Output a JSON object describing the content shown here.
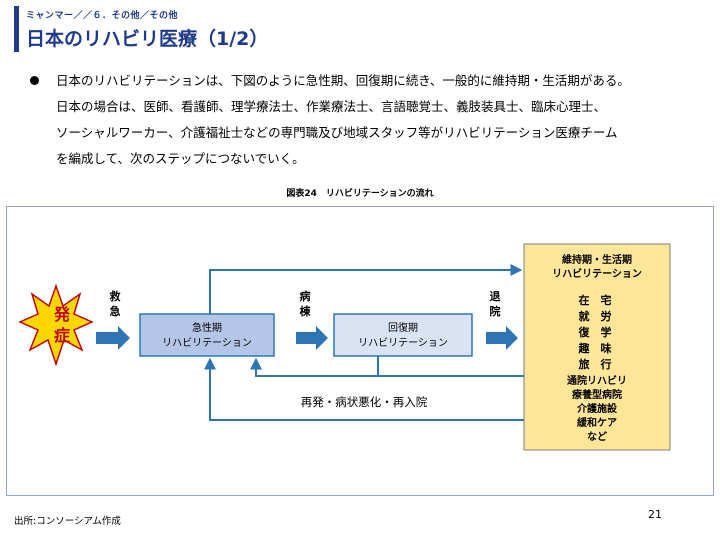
{
  "header": {
    "breadcrumb": "ミャンマー／／６．その他／その他",
    "title": "日本のリハビリ医療（1/2）"
  },
  "body": {
    "lines": [
      "日本のリハビリテーションは、下図のように急性期、回復期に続き、一般的に維持期・生活期がある。",
      "日本の場合は、医師、看護師、理学療法士、作業療法士、言語聴覚士、義肢装具士、臨床心理士、",
      "ソーシャルワーカー、介護福祉士などの専門職及び地域スタッフ等がリハビリテーション医療チーム",
      "を編成して、次のステップにつないでいく。"
    ]
  },
  "figure": {
    "caption": "図表24　リハビリテーションの流れ",
    "onset": [
      "発",
      "症"
    ],
    "emergency": [
      "救",
      "急"
    ],
    "ward": [
      "病",
      "棟"
    ],
    "discharge": [
      "退",
      "院"
    ],
    "acute": [
      "急性期",
      "リハビリテーション"
    ],
    "recovery": [
      "回復期",
      "リハビリテーション"
    ],
    "maintenance_title": [
      "維持期・生活期",
      "リハビリテーション"
    ],
    "places_row1": [
      "在",
      "宅"
    ],
    "places_row2": [
      "就",
      "労"
    ],
    "places_row3": [
      "復",
      "学"
    ],
    "places_row4": [
      "趣",
      "味"
    ],
    "places_row5": [
      "旅",
      "行"
    ],
    "facilities": [
      "通院リハビリ",
      "療養型病院",
      "介護施設",
      "緩和ケア",
      "など"
    ],
    "readmission": "再発・病状悪化・再入院"
  },
  "footer": {
    "source": "出所:コンソーシアム作成",
    "page_number": "21"
  },
  "colors": {
    "title": "#1f3a8a",
    "arrow": "#2e75b6",
    "acute_box": "#b4c6e7",
    "recovery_box": "#dae3f3",
    "maintenance_box": "#ffe699",
    "onset_burst": "#ffd700"
  }
}
